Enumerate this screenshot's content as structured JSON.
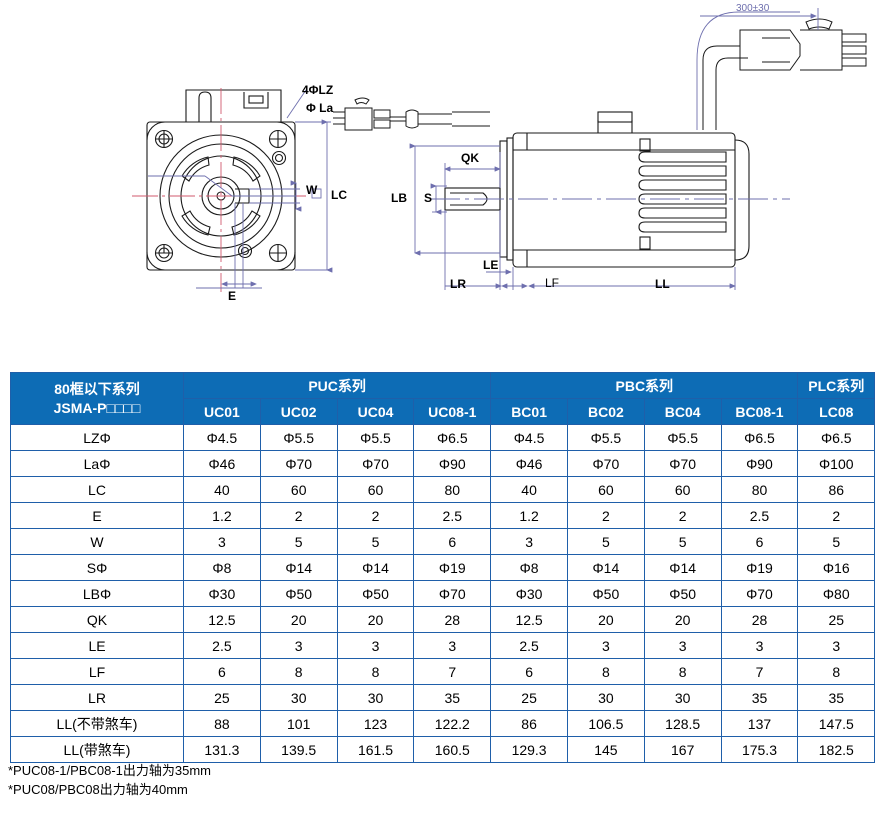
{
  "drawing": {
    "labels": {
      "lz": "4ΦLZ",
      "la": "Φ La",
      "w": "W",
      "lc": "LC",
      "e": "E",
      "qk": "QK",
      "s": "S",
      "lb": "LB",
      "le": "LE",
      "lr": "LR",
      "lf": "LF",
      "ll": "LL",
      "cable_length": "300±30"
    }
  },
  "table": {
    "corner": {
      "line1": "80框以下系列",
      "line2": "JSMA-P□□□□"
    },
    "groups": [
      {
        "label": "PUC系列",
        "span": 4
      },
      {
        "label": "PBC系列",
        "span": 4
      },
      {
        "label": "PLC系列",
        "span": 1
      }
    ],
    "models": [
      "UC01",
      "UC02",
      "UC04",
      "UC08-1",
      "BC01",
      "BC02",
      "BC04",
      "BC08-1",
      "LC08"
    ],
    "rows": [
      {
        "label": "LZΦ",
        "values": [
          "Φ4.5",
          "Φ5.5",
          "Φ5.5",
          "Φ6.5",
          "Φ4.5",
          "Φ5.5",
          "Φ5.5",
          "Φ6.5",
          "Φ6.5"
        ]
      },
      {
        "label": "LaΦ",
        "values": [
          "Φ46",
          "Φ70",
          "Φ70",
          "Φ90",
          "Φ46",
          "Φ70",
          "Φ70",
          "Φ90",
          "Φ100"
        ]
      },
      {
        "label": "LC",
        "values": [
          "40",
          "60",
          "60",
          "80",
          "40",
          "60",
          "60",
          "80",
          "86"
        ]
      },
      {
        "label": "E",
        "values": [
          "1.2",
          "2",
          "2",
          "2.5",
          "1.2",
          "2",
          "2",
          "2.5",
          "2"
        ]
      },
      {
        "label": "W",
        "values": [
          "3",
          "5",
          "5",
          "6",
          "3",
          "5",
          "5",
          "6",
          "5"
        ]
      },
      {
        "label": "SΦ",
        "values": [
          "Φ8",
          "Φ14",
          "Φ14",
          "Φ19",
          "Φ8",
          "Φ14",
          "Φ14",
          "Φ19",
          "Φ16"
        ]
      },
      {
        "label": "LBΦ",
        "values": [
          "Φ30",
          "Φ50",
          "Φ50",
          "Φ70",
          "Φ30",
          "Φ50",
          "Φ50",
          "Φ70",
          "Φ80"
        ]
      },
      {
        "label": "QK",
        "values": [
          "12.5",
          "20",
          "20",
          "28",
          "12.5",
          "20",
          "20",
          "28",
          "25"
        ]
      },
      {
        "label": "LE",
        "values": [
          "2.5",
          "3",
          "3",
          "3",
          "2.5",
          "3",
          "3",
          "3",
          "3"
        ]
      },
      {
        "label": "LF",
        "values": [
          "6",
          "8",
          "8",
          "7",
          "6",
          "8",
          "8",
          "7",
          "8"
        ]
      },
      {
        "label": "LR",
        "values": [
          "25",
          "30",
          "30",
          "35",
          "25",
          "30",
          "30",
          "35",
          "35"
        ]
      },
      {
        "label": "LL(不带煞车)",
        "values": [
          "88",
          "101",
          "123",
          "122.2",
          "86",
          "106.5",
          "128.5",
          "137",
          "147.5"
        ]
      },
      {
        "label": "LL(带煞车)",
        "values": [
          "131.3",
          "139.5",
          "161.5",
          "160.5",
          "129.3",
          "145",
          "167",
          "175.3",
          "182.5"
        ]
      }
    ]
  },
  "footnotes": [
    "*PUC08-1/PBC08-1出力轴为35mm",
    "*PUC08/PBC08出力轴为40mm"
  ],
  "colors": {
    "header_blue": "#0d6cb5",
    "border_blue": "#1f5fa9",
    "dimension_purple": "#6e6fae",
    "centerline_red": "#d05a6e",
    "drawing_black": "#1a1a1a"
  }
}
